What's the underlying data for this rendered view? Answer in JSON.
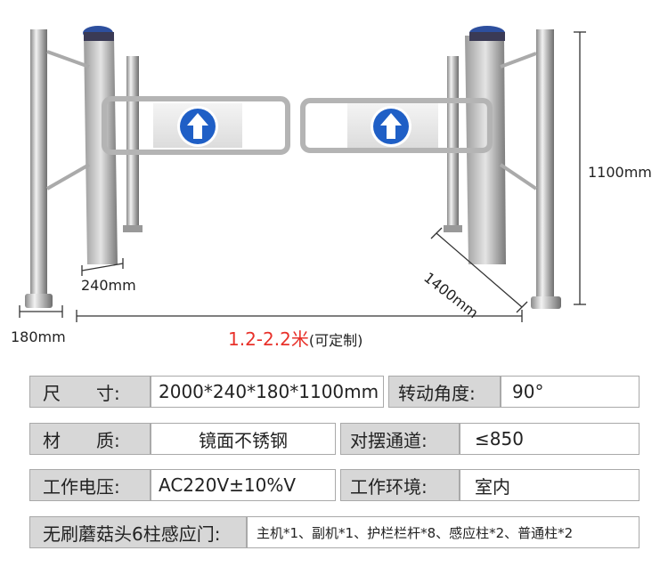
{
  "dimensions": {
    "height": "1100mm",
    "arm_length": "1400mm",
    "cabinet_width": "240mm",
    "post_width": "180mm",
    "passage_width_range": "1.2-2.2米",
    "passage_width_note": "(可定制)"
  },
  "specs": {
    "row1": {
      "label_a": "尺　　寸:",
      "value_a": "2000*240*180*1100mm",
      "label_b": "转动角度:",
      "value_b": "90°"
    },
    "row2": {
      "label_a": "材　　质:",
      "value_a": "镜面不锈钢",
      "label_b": "对摆通道:",
      "value_b": "≤850"
    },
    "row3": {
      "label_a": "工作电压:",
      "value_a": "AC220V±10%V",
      "label_b": "工作环境:",
      "value_b": "室内"
    },
    "row4": {
      "label_a": "无刷蘑菇头6柱感应门:",
      "value_a": "主机*1、副机*1、护栏栏杆*8、感应柱*2、普通柱*2"
    }
  },
  "colors": {
    "arrow_sign": "#1f5fc6",
    "range_text": "#e8312a",
    "label_cell": "#d7d7d7",
    "border": "#a9a9a9"
  },
  "icons": [
    "up-arrow-icon"
  ]
}
